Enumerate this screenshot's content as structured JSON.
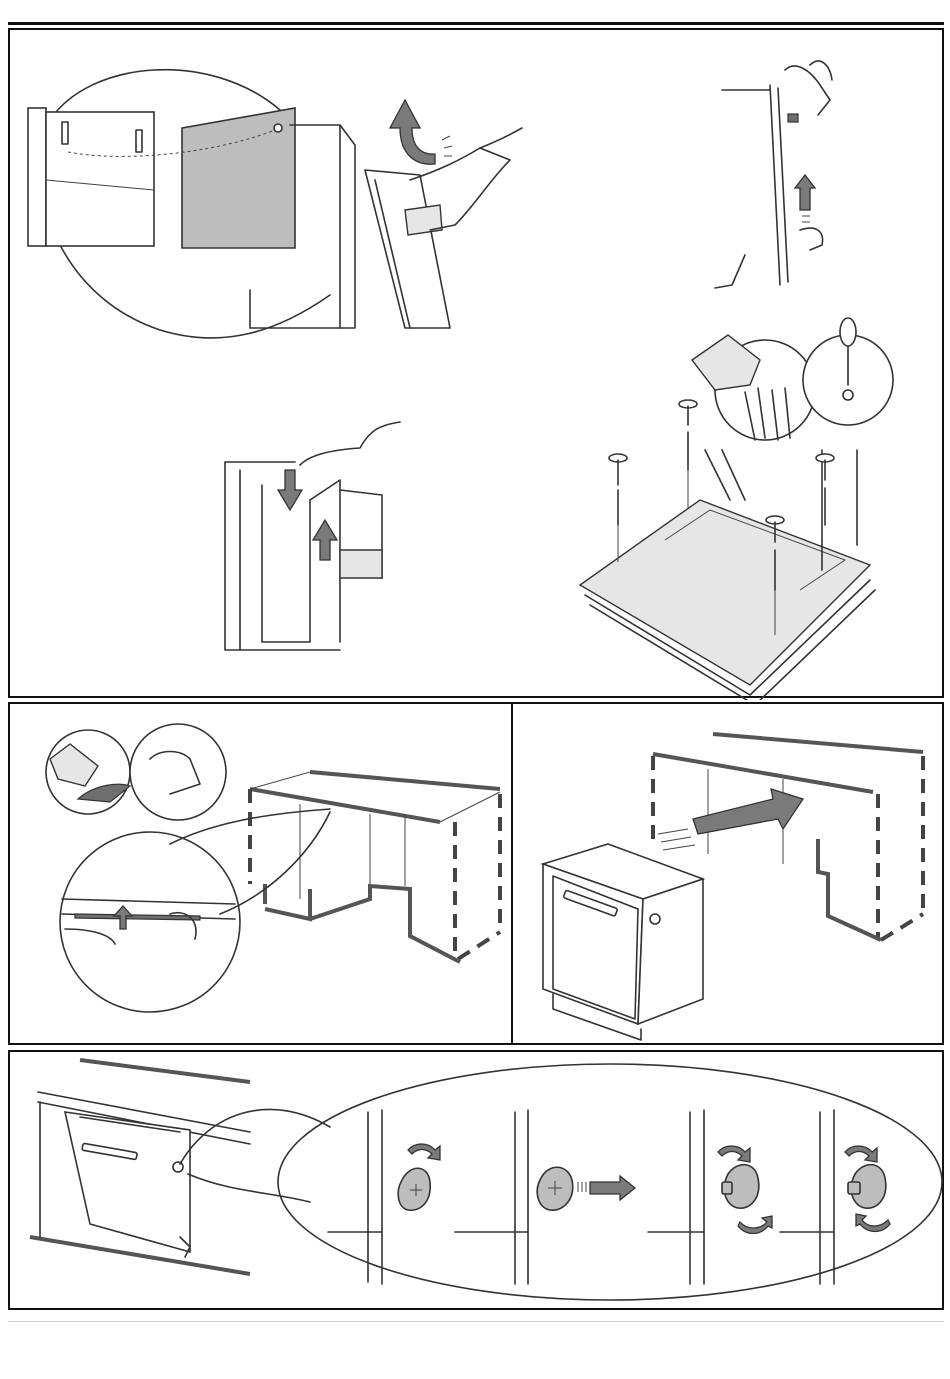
{
  "document": {
    "type": "installation-instructions-figure-page",
    "panels": [
      {
        "id": "door-panel-hanging",
        "steps": [
          "hang-decor-panel-on-hooks",
          "lift-panel-into-place",
          "press-panel-down",
          "screw-panel-to-door"
        ]
      },
      {
        "id": "vapour-strip",
        "steps": [
          "apply-protection-strip-under-worktop"
        ]
      },
      {
        "id": "slide-in",
        "steps": [
          "push-appliance-into-niche"
        ]
      },
      {
        "id": "side-fixing",
        "steps": [
          "rotate-cap",
          "pull-out-cap",
          "turn-fixing-left",
          "turn-fixing-right"
        ]
      }
    ]
  },
  "colors": {
    "line": "#333333",
    "panel_grey": "#bdbdbd",
    "arrow_grey": "#7a7a7a",
    "border": "#111111"
  },
  "icons": [
    "up-arrow-icon",
    "down-arrow-icon",
    "rotate-arrow-icon",
    "screwdriver-icon",
    "screw-icon",
    "parts-bag-icon",
    "hand-icon",
    "push-arrow-icon"
  ]
}
